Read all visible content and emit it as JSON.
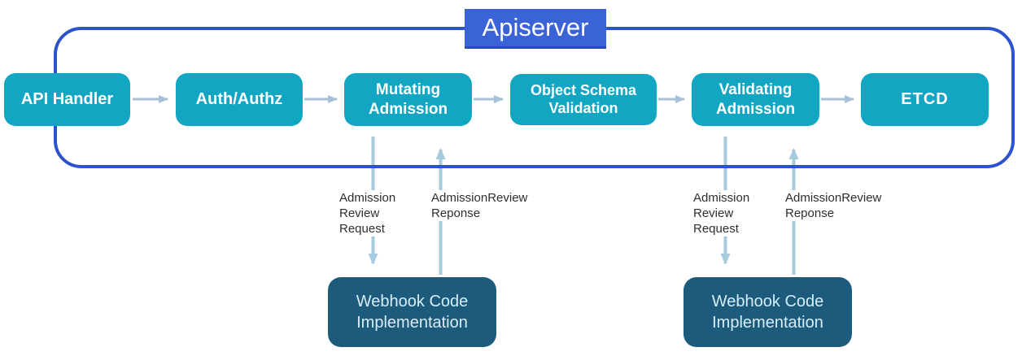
{
  "title": "Apiserver",
  "pipeline": {
    "api_handler": "API Handler",
    "auth_authz": "Auth/Authz",
    "mutating_admission": "Mutating Admission",
    "object_schema_validation": "Object Schema Validation",
    "validating_admission": "Validating Admission",
    "etcd": "ETCD"
  },
  "webhooks": {
    "left": "Webhook Code Implementation",
    "right": "Webhook Code Implementation"
  },
  "labels": {
    "left_request": "Admission\nReview\nRequest",
    "left_response": "AdmissionReview\nReponse",
    "right_request": "Admission\nReview\nRequest",
    "right_response": "AdmissionReview\nReponse"
  },
  "colors": {
    "node_teal": "#12a6c2",
    "webhook_dark": "#1d5b7c",
    "title_blue": "#3b63d8",
    "boundary_blue": "#2b53cb",
    "horizontal_arrow": "#a9c1d8",
    "vertical_arrow": "#a6cbdf",
    "label_text": "#2e2e2e",
    "node_text": "#ffffff",
    "webhook_text": "#d8edf8"
  }
}
